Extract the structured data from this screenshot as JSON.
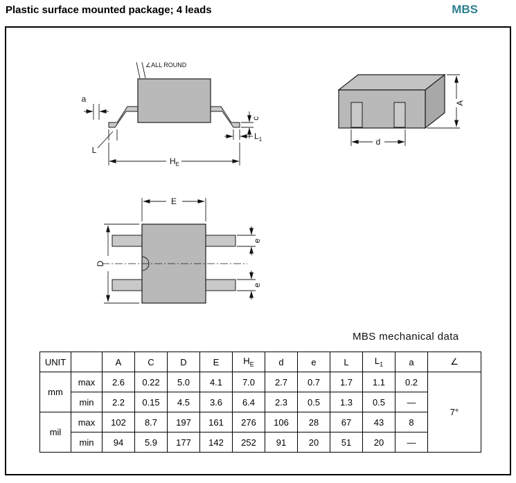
{
  "page_header": {
    "title": "Plastic surface mounted package; 4 leads",
    "brand": "MBS"
  },
  "drawing": {
    "heading": "MBS mechanical data",
    "labels": {
      "all_round": "∠ALL ROUND",
      "a": "a",
      "c": "c",
      "L": "L",
      "l1_base": "L",
      "l1_sub": "1",
      "he_base": "H",
      "he_sub": "E",
      "E": "E",
      "D": "D",
      "e": "e",
      "A": "A",
      "d": "d"
    }
  },
  "table": {
    "header": {
      "unit": "UNIT",
      "colA": "A",
      "colC": "C",
      "colD": "D",
      "colE": "E",
      "he_base": "H",
      "he_sub": "E",
      "cold": "d",
      "cole": "e",
      "colL": "L",
      "l1_base": "L",
      "l1_sub": "1",
      "cola": "a",
      "angle": "∠"
    },
    "rows": [
      {
        "unit": "mm",
        "bound": "max",
        "values": [
          "2.6",
          "0.22",
          "5.0",
          "4.1",
          "7.0",
          "2.7",
          "0.7",
          "1.7",
          "1.1",
          "0.2"
        ]
      },
      {
        "bound": "min",
        "values": [
          "2.2",
          "0.15",
          "4.5",
          "3.6",
          "6.4",
          "2.3",
          "0.5",
          "1.3",
          "0.5",
          "—"
        ]
      },
      {
        "unit": "mil",
        "bound": "max",
        "values": [
          "102",
          "8.7",
          "197",
          "161",
          "276",
          "106",
          "28",
          "67",
          "43",
          "8"
        ]
      },
      {
        "bound": "min",
        "values": [
          "94",
          "5.9",
          "177",
          "142",
          "252",
          "91",
          "20",
          "51",
          "20",
          "—"
        ]
      }
    ],
    "angle_value": "7°"
  },
  "colors": {
    "brand_teal": "#2E7F8F",
    "body_fill": "#b9b9b9",
    "lead_fill": "#c9c9c9",
    "top_face_fill": "#c3c3c3",
    "side_face_fill": "#a8a8a8"
  }
}
